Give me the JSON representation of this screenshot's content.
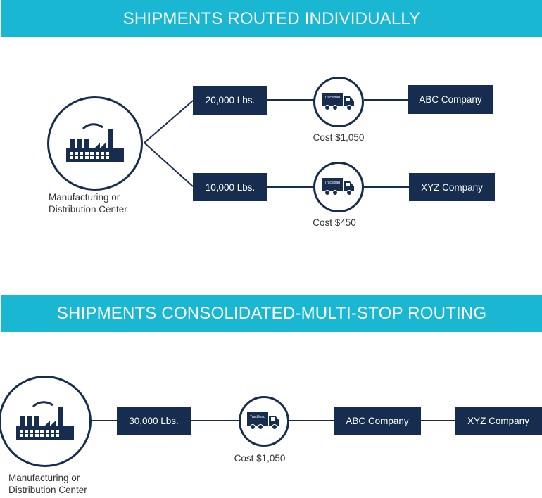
{
  "section1": {
    "title": "SHIPMENTS ROUTED INDIVIDUALLY",
    "origin_label_line1": "Manufacturing or",
    "origin_label_line2": "Distribution Center",
    "route_a": {
      "weight": "20,000 Lbs.",
      "cost": "Cost $1,050",
      "destination": "ABC Company"
    },
    "route_b": {
      "weight": "10,000 Lbs.",
      "cost": "Cost $450",
      "destination": "XYZ Company"
    }
  },
  "section2": {
    "title": "SHIPMENTS CONSOLIDATED-MULTI-STOP ROUTING",
    "origin_label_line1": "Manufacturing or",
    "origin_label_line2": "Distribution Center",
    "weight": "30,000 Lbs.",
    "cost": "Cost $1,050",
    "stop1": "ABC Company",
    "stop2": "XYZ Company"
  },
  "icons": {
    "factory": "factory-icon",
    "truck": "truck-icon"
  },
  "truck_logo_text": "Truckload",
  "colors": {
    "banner": "#1ab7d3",
    "navy": "#172d4f",
    "text": "#333333"
  }
}
